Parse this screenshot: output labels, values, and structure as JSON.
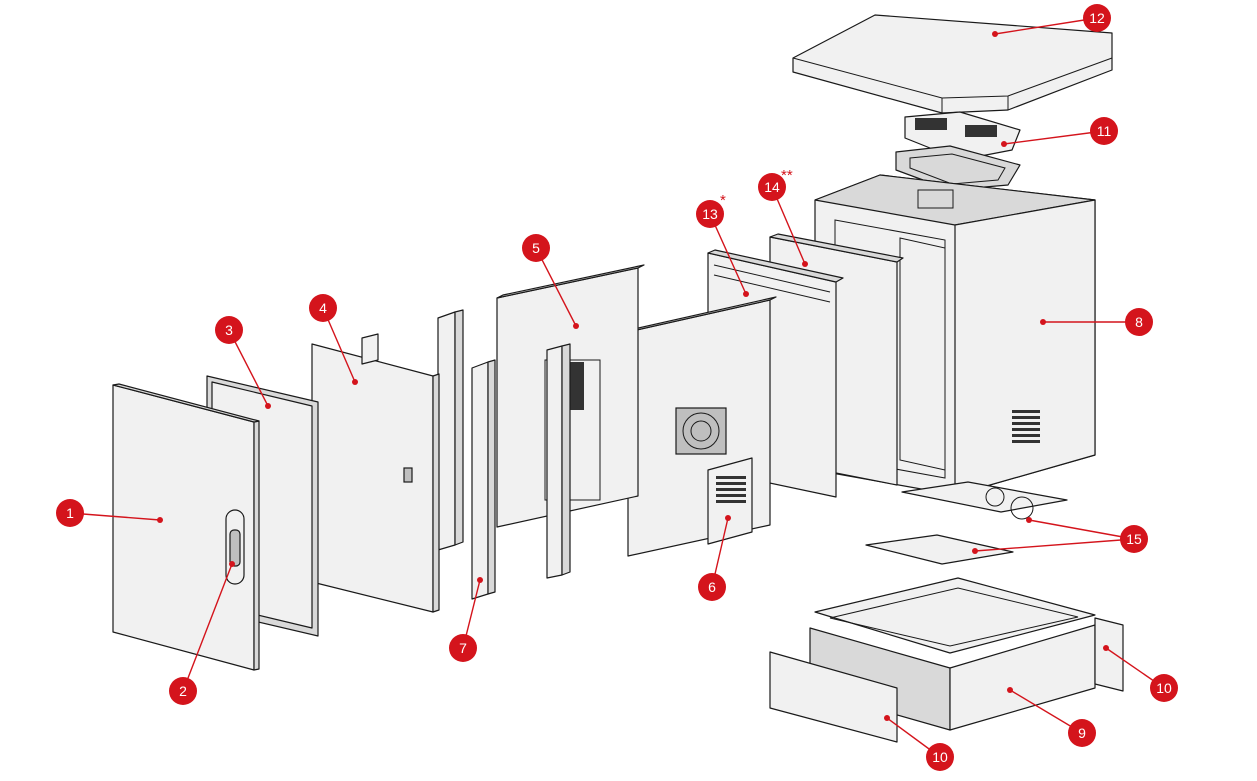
{
  "colors": {
    "callout": "#d4141c",
    "outline": "#1a1a1a",
    "panel": "#f1f1f1"
  },
  "callouts": {
    "c1": "1",
    "c2": "2",
    "c3": "3",
    "c4": "4",
    "c5": "5",
    "c6": "6",
    "c7": "7",
    "c8": "8",
    "c9": "9",
    "c10a": "10",
    "c10b": "10",
    "c11": "11",
    "c12": "12",
    "c13": "13",
    "c14": "14",
    "c15": "15"
  },
  "marks": {
    "star13": "*",
    "star14": "**"
  }
}
